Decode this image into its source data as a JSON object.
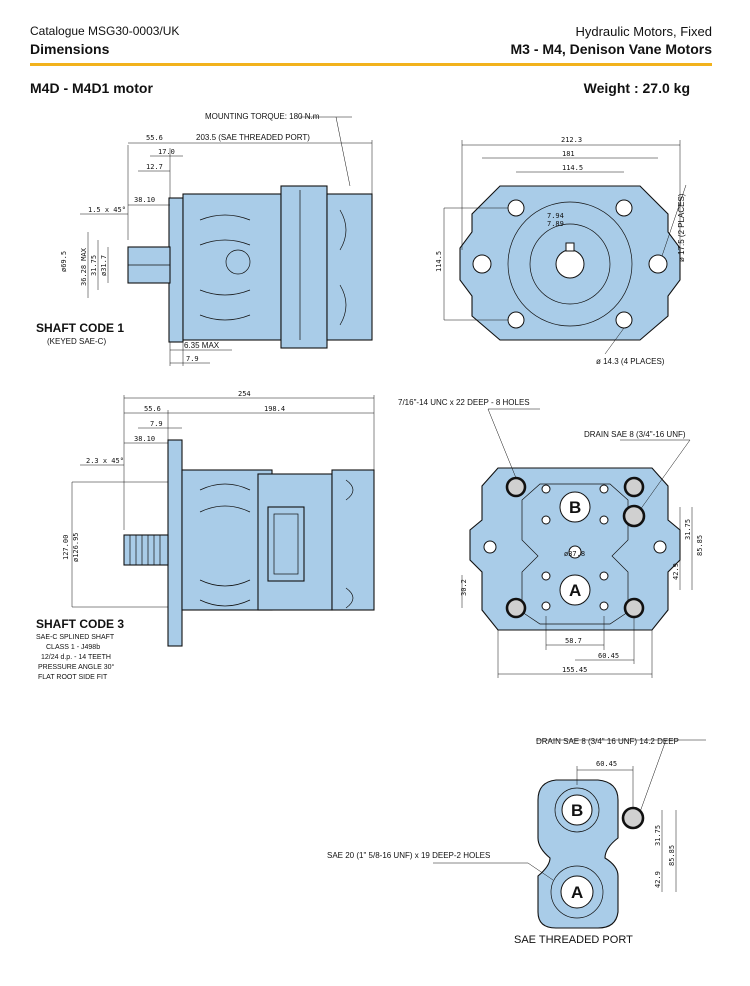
{
  "header": {
    "catalogue": "Catalogue MSG30-0003/UK",
    "section": "Dimensions",
    "product_line": "Hydraulic Motors, Fixed",
    "product_models": "M3 - M4, Denison Vane Motors"
  },
  "title": "M4D - M4D1 motor",
  "weight": "Weight : 27.0 kg",
  "shaft1": {
    "title": "SHAFT CODE 1",
    "subtitle": "(KEYED SAE-C)",
    "mounting_torque": "MOUNTING TORQUE: 180 N.m",
    "port_dim": "203.5 (SAE THREADED PORT)",
    "d_55_6": "55.6",
    "d_17_0": "17.0",
    "d_12_7": "12.7",
    "d_38_10": "38.10",
    "chamfer": "1.5 x 45°",
    "dia_ext": "ø69.5",
    "dia_key": "36.28 MAX",
    "dia_31": "31.75",
    "dia_shaft": "ø31.7",
    "max": "6.35 MAX",
    "d_7_9": "7.9"
  },
  "front1": {
    "w_212": "212.3",
    "w_181": "181",
    "w_114": "114.5",
    "h_114": "114.5",
    "key1": "7.94",
    "key2": "7.89",
    "holes_top": "ø 17.5 (2 PLACES)",
    "holes_bot": "ø 14.3 (4 PLACES)"
  },
  "shaft3": {
    "title": "SHAFT CODE 3",
    "line1": "SAE-C SPLINED SHAFT",
    "line2": "CLASS 1 - J498b",
    "line3": "12/24 d.p. - 14 TEETH",
    "line4": "PRESSURE ANGLE 30°",
    "line5": "FLAT ROOT SIDE FIT",
    "d_254": "254",
    "d_198": "198.4",
    "d_55_6": "55.6",
    "d_7_9": "7.9",
    "d_38_10": "38.10",
    "chamfer": "2.3 x 45°",
    "dia1": "127.00",
    "dia2": "ø126.95"
  },
  "front3": {
    "threads": "7/16\"-14 UNC x 22 DEEP - 8 HOLES",
    "drain": "DRAIN SAE 8 (3/4\"-16 UNF)",
    "port_b": "B",
    "port_a": "A",
    "d_center": "ø37.8",
    "d_58_7": "58.7",
    "d_60_45": "60.45",
    "d_155_45": "155.45",
    "d_30_2": "30.2",
    "d_31_75": "31.75",
    "d_42_9": "42.9",
    "d_85_85": "85.85"
  },
  "port_view": {
    "drain": "DRAIN SAE 8 (3/4\" 16 UNF)  14.2 DEEP",
    "sae": "SAE 20 (1\" 5/8-16 UNF) x 19 DEEP-2 HOLES",
    "caption": "SAE THREADED PORT",
    "port_b": "B",
    "port_a": "A",
    "d_60_45": "60.45",
    "d_31_75": "31.75",
    "d_42_9": "42.9",
    "d_85_85": "85.85"
  }
}
